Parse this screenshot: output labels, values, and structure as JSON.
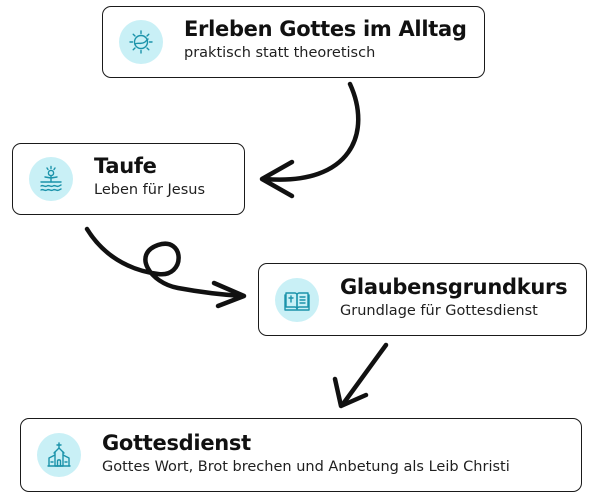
{
  "nodes": [
    {
      "id": "erleben",
      "title": "Erleben Gottes im Alltag",
      "subtitle": "praktisch statt theoretisch",
      "icon": "sun-hand-icon"
    },
    {
      "id": "taufe",
      "title": "Taufe",
      "subtitle": "Leben für Jesus",
      "icon": "baptism-water-icon"
    },
    {
      "id": "glaubensgrundkurs",
      "title": "Glaubensgrundkurs",
      "subtitle": "Grundlage für Gottesdienst",
      "icon": "bible-icon"
    },
    {
      "id": "gottesdienst",
      "title": "Gottesdienst",
      "subtitle": "Gottes Wort, Brot brechen und Anbetung als Leib Christi",
      "icon": "church-icon"
    }
  ],
  "edges": [
    {
      "from": "erleben",
      "to": "taufe"
    },
    {
      "from": "taufe",
      "to": "glaubensgrundkurs"
    },
    {
      "from": "glaubensgrundkurs",
      "to": "gottesdienst"
    }
  ],
  "colors": {
    "icon_bg": "#c9f0f6",
    "icon_stroke": "#1b93aa",
    "border": "#1a1a1a",
    "arrow": "#111111"
  }
}
